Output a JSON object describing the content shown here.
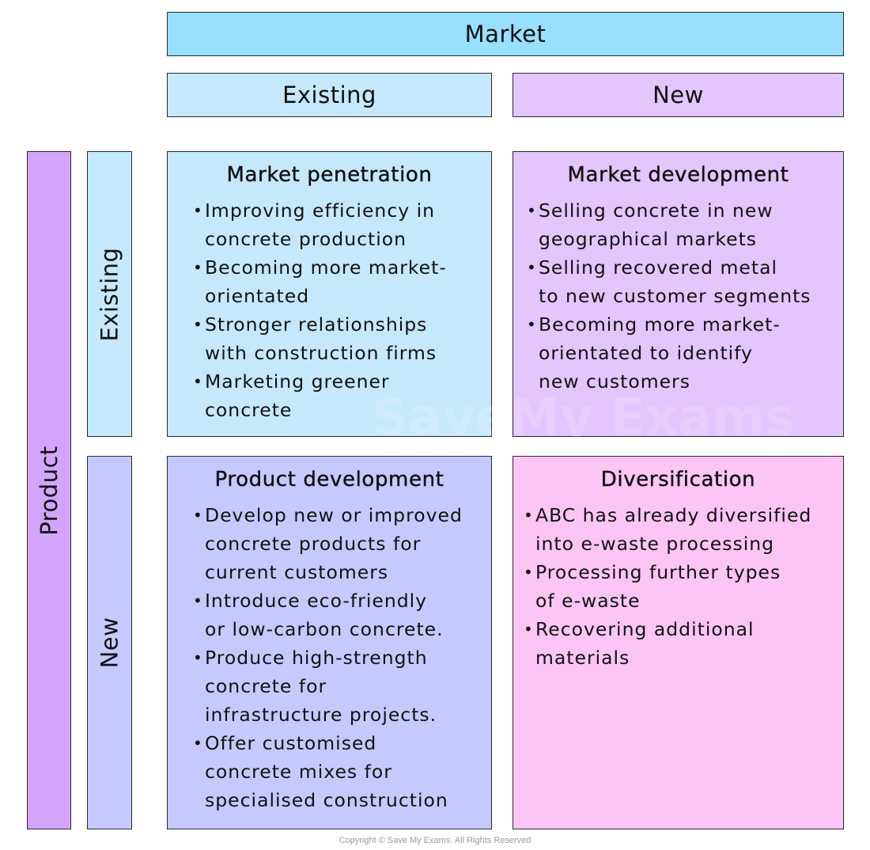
{
  "market": {
    "label": "Market",
    "existing_label": "Existing",
    "new_label": "New"
  },
  "product": {
    "label": "Product",
    "existing_label": "Existing",
    "new_label": "New"
  },
  "quadrants": {
    "market_penetration": {
      "title": "Market penetration",
      "items": [
        "Improving efficiency in",
        "concrete production",
        "Becoming more market-",
        "orientated",
        "Stronger relationships",
        "with construction firms",
        "Marketing greener",
        "concrete"
      ]
    },
    "market_development": {
      "title": "Market development",
      "items": [
        "Selling concrete in new",
        "geographical markets",
        "Selling recovered metal",
        "to new customer segments",
        "Becoming more market-",
        "orientated to identify",
        "new customers"
      ]
    },
    "product_development": {
      "title": "Product development",
      "items": [
        "Develop new or improved",
        "concrete products for",
        "current customers",
        "Introduce eco-friendly",
        "or low-carbon concrete.",
        "Produce high-strength",
        "concrete for",
        "infrastructure projects.",
        "Offer customised",
        "concrete mixes for",
        "specialised construction"
      ]
    },
    "diversification": {
      "title": "Diversification",
      "items": [
        "ABC has already diversified",
        "into e-waste processing",
        "Processing further types",
        "of e-waste",
        "Recovering additional",
        "materials"
      ]
    }
  },
  "colors": {
    "market_header": "#99dfff",
    "existing_blue": "#c6e8fd",
    "new_purple": "#e2c6fd",
    "product_bar": "#d4a4fc",
    "product_new": "#c6c9fd",
    "diversification": "#fdc5f6"
  },
  "watermark": "SaveMy Exams",
  "copyright": "Copyright © Save My Exams. All Rights Reserved"
}
